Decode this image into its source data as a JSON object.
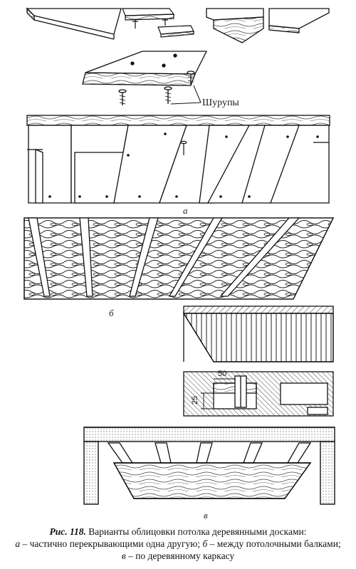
{
  "labels": {
    "screws": "Шурупы",
    "a": "а",
    "b": "б",
    "v": "в",
    "dim_width": "50",
    "dim_height": "25"
  },
  "caption": {
    "fig_no": "Рис. 118.",
    "title": " Варианты облицовки потолка деревянными досками:",
    "a_key": "а",
    "a_text": " – частично перекрывающими одна другую; ",
    "b_key": "б",
    "b_text": " – между потолочными балками;",
    "v_key": "в",
    "v_text": " – по деревянному каркасу"
  }
}
